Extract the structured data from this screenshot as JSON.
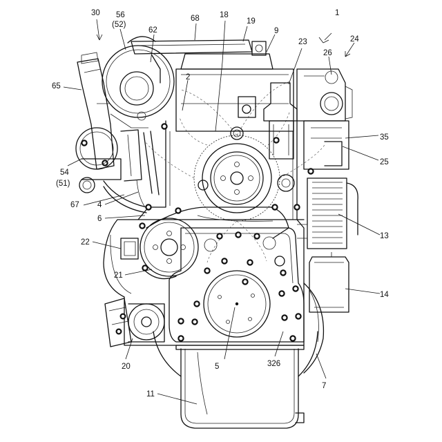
{
  "labels": [
    {
      "key": "l1",
      "text": "1"
    },
    {
      "key": "l30",
      "text": "30"
    },
    {
      "key": "l56",
      "text": "56"
    },
    {
      "key": "l52",
      "text": "(52)"
    },
    {
      "key": "l68",
      "text": "68"
    },
    {
      "key": "l18",
      "text": "18"
    },
    {
      "key": "l19",
      "text": "19"
    },
    {
      "key": "l62",
      "text": "62"
    },
    {
      "key": "l9",
      "text": "9"
    },
    {
      "key": "l24",
      "text": "24"
    },
    {
      "key": "l23",
      "text": "23"
    },
    {
      "key": "l26",
      "text": "26"
    },
    {
      "key": "l65",
      "text": "65"
    },
    {
      "key": "l2",
      "text": "2"
    },
    {
      "key": "l35",
      "text": "35"
    },
    {
      "key": "l54",
      "text": "54"
    },
    {
      "key": "l51",
      "text": "(51)"
    },
    {
      "key": "l25",
      "text": "25"
    },
    {
      "key": "l67",
      "text": "67"
    },
    {
      "key": "l4",
      "text": "4"
    },
    {
      "key": "l6",
      "text": "6"
    },
    {
      "key": "l13",
      "text": "13"
    },
    {
      "key": "l22",
      "text": "22"
    },
    {
      "key": "l21",
      "text": "21"
    },
    {
      "key": "l14",
      "text": "14"
    },
    {
      "key": "l20",
      "text": "20"
    },
    {
      "key": "l5",
      "text": "5"
    },
    {
      "key": "l326",
      "text": "326"
    },
    {
      "key": "l7",
      "text": "7"
    },
    {
      "key": "l11",
      "text": "11"
    }
  ]
}
